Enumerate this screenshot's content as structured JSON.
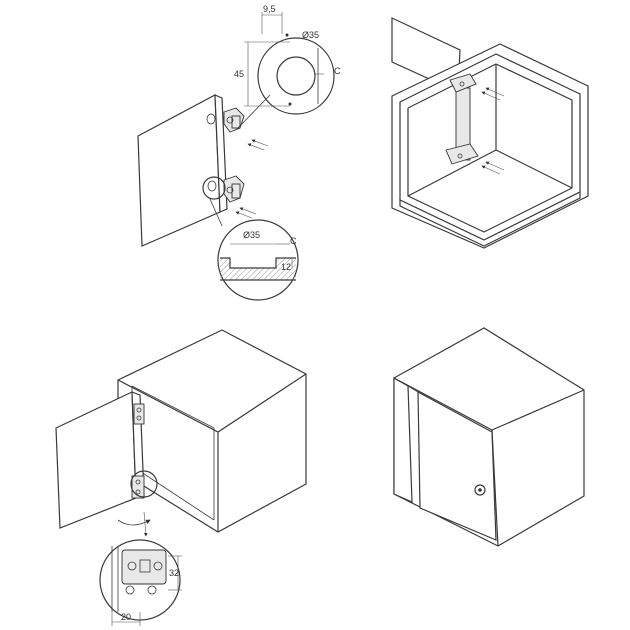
{
  "views": {
    "hinge_drilling": {
      "title": "",
      "dimensions": {
        "top_offset": "9,5",
        "cup_diameter_top": "Ø35",
        "vertical_offset": "45",
        "clearance_top": "C",
        "cup_diameter_section": "Ø35",
        "clearance_section": "C",
        "cup_depth": "12"
      }
    },
    "cabinet_interior": {
      "title": ""
    },
    "cabinet_open": {
      "title": "",
      "dimensions": {
        "plate_height": "32",
        "plate_offset": "20"
      }
    },
    "cabinet_closed": {
      "title": ""
    }
  },
  "colors": {
    "line": "#3a3a3a",
    "background": "#ffffff",
    "hatch": "#9a9a9a"
  }
}
